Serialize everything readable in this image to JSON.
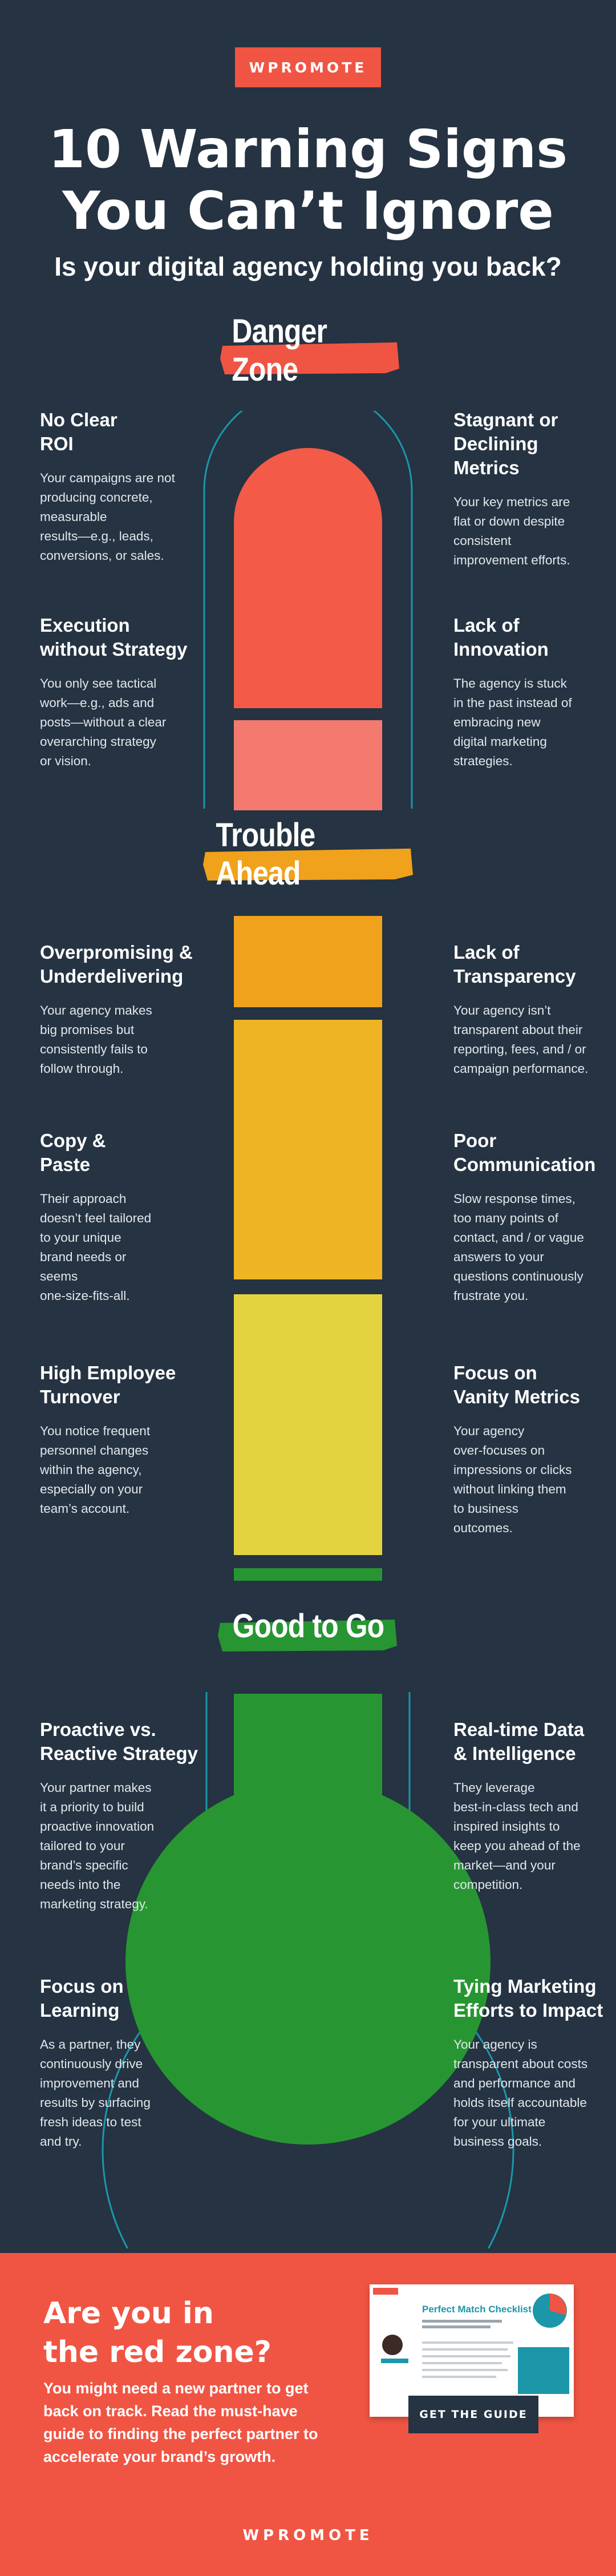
{
  "brand": {
    "logo": "WPROMOTE"
  },
  "header": {
    "title_line1": "10 Warning Signs",
    "title_line2": "You Can’t Ignore",
    "subtitle": "Is your digital agency holding you back?"
  },
  "colors": {
    "background": "#253342",
    "danger_top": "#f35a47",
    "danger_bottom": "#f47a70",
    "trouble_1": "#f0a21c",
    "trouble_2": "#eeb424",
    "trouble_3": "#e3d43f",
    "good": "#279632",
    "outline": "#1b97a9",
    "accent_red": "#f05544"
  },
  "sections": {
    "danger": {
      "label": "Danger Zone"
    },
    "trouble": {
      "label": "Trouble Ahead"
    },
    "good": {
      "label": "Good to Go"
    }
  },
  "signs": {
    "no_clear_roi": {
      "title": "No Clear\nROI",
      "body": "Your campaigns are not\nproducing concrete,\nmeasurable\nresults—e.g., leads,\nconversions, or sales."
    },
    "stagnant": {
      "title": "Stagnant or\nDeclining Metrics",
      "body": "Your key metrics are\nflat or down despite\nconsistent\nimprovement efforts."
    },
    "execution": {
      "title": "Execution\nwithout Strategy",
      "body": "You only see tactical\nwork—e.g., ads and\nposts—without a clear\noverarching strategy\nor vision."
    },
    "innovation": {
      "title": "Lack of\nInnovation",
      "body": "The agency is stuck\nin the past instead of\nembracing new\ndigital marketing\nstrategies."
    },
    "overpromising": {
      "title": "Overpromising &\nUnderdelivering",
      "body": "Your agency makes\nbig promises but\nconsistently fails to\nfollow through."
    },
    "transparency": {
      "title": "Lack of\nTransparency",
      "body": "Your agency isn’t\ntransparent about their\nreporting, fees, and / or\ncampaign performance."
    },
    "copy_paste": {
      "title": "Copy &\nPaste",
      "body": "Their approach\ndoesn’t feel tailored\nto your unique\nbrand needs or\nseems\none-size-fits-all."
    },
    "communication": {
      "title": "Poor\nCommunication",
      "body": "Slow response times,\ntoo many points of\ncontact, and / or vague\nanswers to your\nquestions continuously\nfrustrate you."
    },
    "turnover": {
      "title": "High Employee\nTurnover",
      "body": "You notice frequent\npersonnel changes\nwithin the agency,\nespecially on your\nteam’s account."
    },
    "vanity": {
      "title": "Focus on\nVanity Metrics",
      "body": "Your agency\nover-focuses on\nimpressions or clicks\nwithout linking them\nto business\noutcomes."
    }
  },
  "good": {
    "proactive": {
      "title": "Proactive vs.\nReactive Strategy",
      "body": "Your partner makes\nit a priority to build\nproactive innovation\ntailored to your\nbrand’s specific\nneeds into the\nmarketing strategy."
    },
    "realtime": {
      "title": "Real-time Data\n& Intelligence",
      "body": "They leverage\nbest-in-class tech and\ninspired insights to\nkeep you ahead of the\nmarket—and your\ncompetition."
    },
    "learning": {
      "title": "Focus on\nLearning",
      "body": "As a partner, they\ncontinuously drive\nimprovement and\nresults by surfacing\nfresh ideas to test\nand try."
    },
    "impact": {
      "title": "Tying Marketing\nEfforts to Impact",
      "body": "Your agency is\ntransparent about costs\nand performance and\nholds itself accountable\nfor your ultimate\nbusiness goals."
    }
  },
  "cta": {
    "title": "Are you in\nthe red zone?",
    "body": "You might need a new partner to get back on track. Read the must-have guide to finding the perfect partner to accelerate your brand’s growth.",
    "button": "GET THE GUIDE",
    "checklist_title": "Perfect Match Checklist"
  },
  "footer": {
    "logo": "WPROMOTE"
  }
}
